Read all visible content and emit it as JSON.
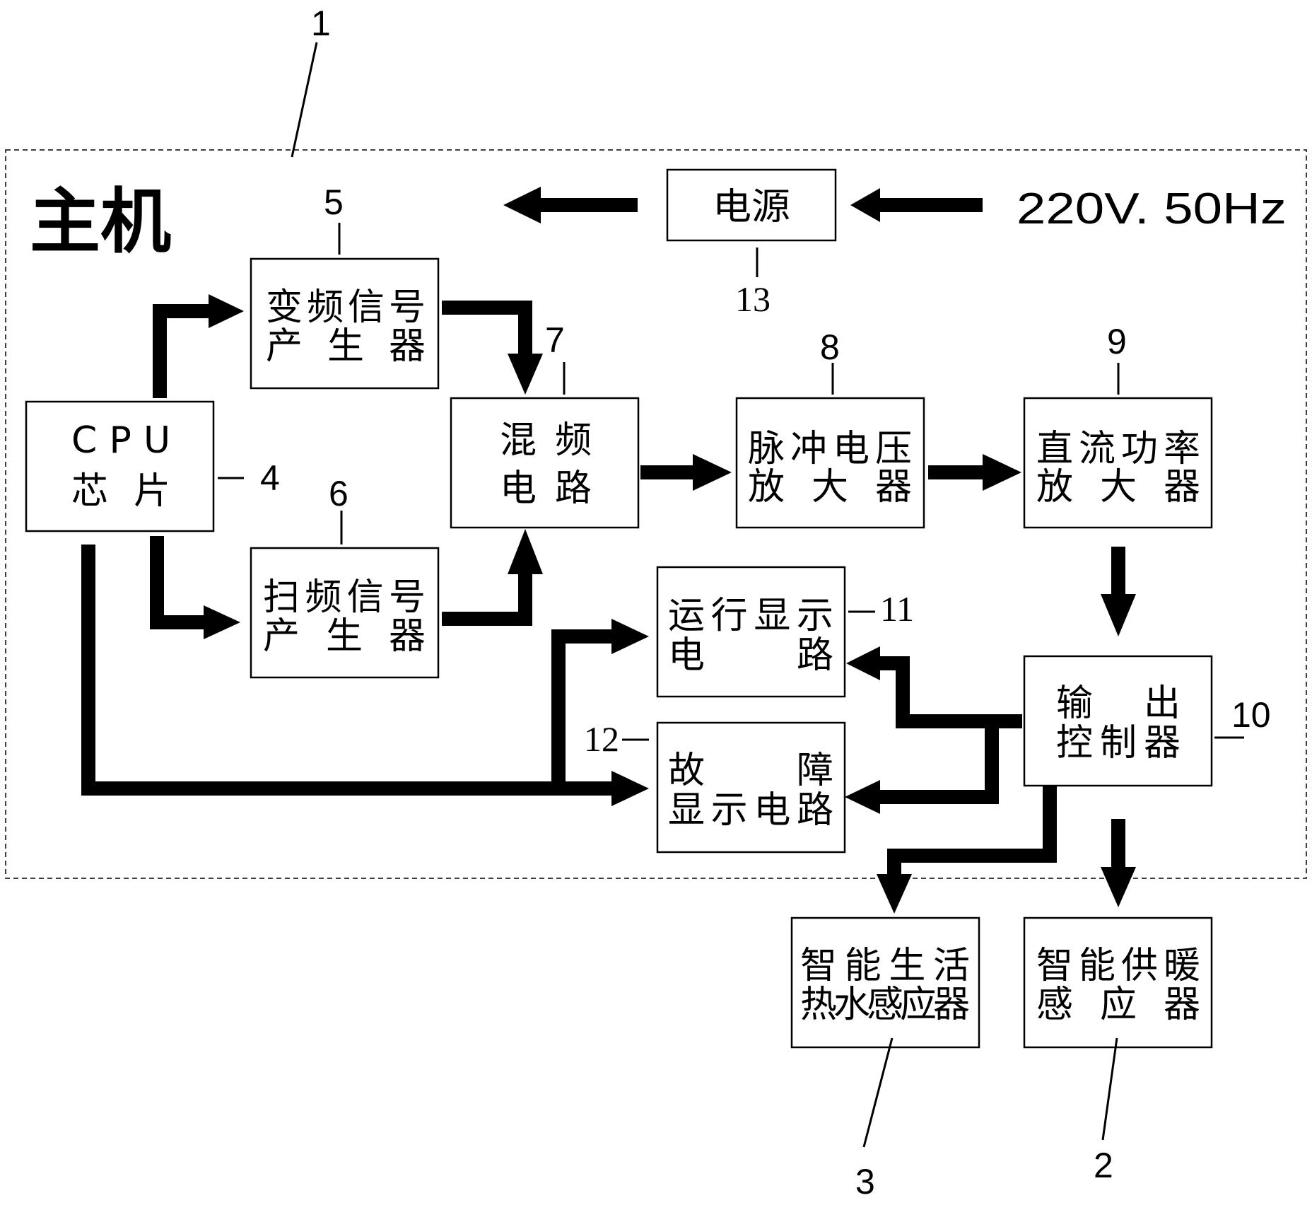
{
  "host": {
    "title": "主机",
    "ref": "1"
  },
  "power_input": "220V. 50Hz",
  "blocks": {
    "power_supply": {
      "label": [
        "电源"
      ],
      "ref": "13"
    },
    "cpu": {
      "label": [
        "CPU",
        "芯片"
      ],
      "ref": "4"
    },
    "vf_signal_gen": {
      "label": [
        "变频信号",
        "产生器"
      ],
      "ref": "5"
    },
    "sweep_signal_gen": {
      "label": [
        "扫频信号",
        "产生器"
      ],
      "ref": "6"
    },
    "mixer": {
      "label": [
        "混频",
        "电路"
      ],
      "ref": "7"
    },
    "pulse_amp": {
      "label": [
        "脉冲电压",
        "放大器"
      ],
      "ref": "8"
    },
    "dc_power_amp": {
      "label": [
        "直流功率",
        "放大器"
      ],
      "ref": "9"
    },
    "output_ctrl": {
      "label": [
        "输出",
        "控制器"
      ],
      "ref": "10"
    },
    "run_display": {
      "label": [
        "运行显示",
        "电路"
      ],
      "ref": "11"
    },
    "fault_display": {
      "label": [
        "故障",
        "显示电路"
      ],
      "ref": "12"
    },
    "hot_water_sensor": {
      "label": [
        "智能生活",
        "热水感应器"
      ],
      "ref": "3"
    },
    "heating_sensor": {
      "label": [
        "智能供暖",
        "感应器"
      ],
      "ref": "2"
    }
  }
}
